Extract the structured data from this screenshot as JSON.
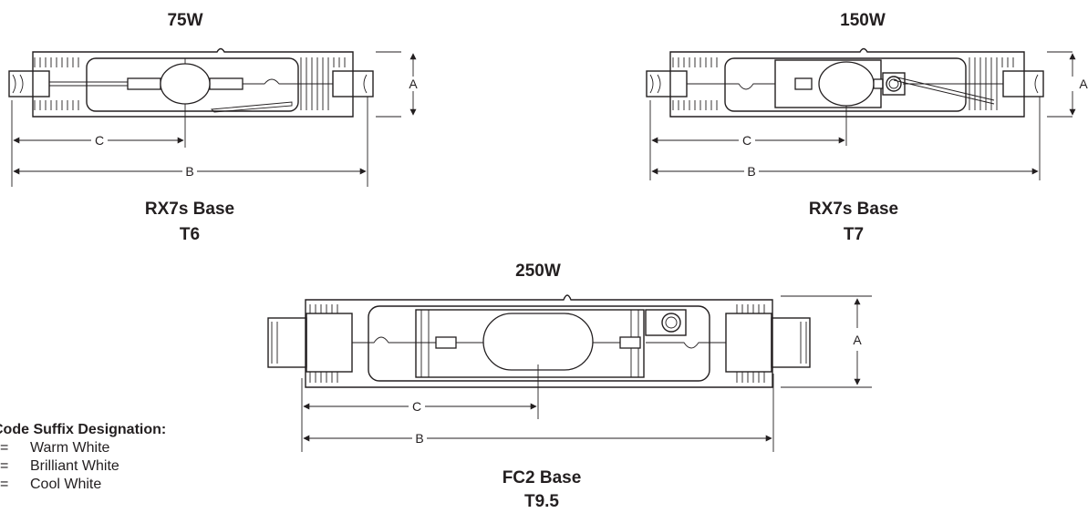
{
  "lamps": [
    {
      "id": "75w",
      "wattage": "75W",
      "base": "RX7s Base",
      "bulb": "T6"
    },
    {
      "id": "150w",
      "wattage": "150W",
      "base": "RX7s Base",
      "bulb": "T7"
    },
    {
      "id": "250w",
      "wattage": "250W",
      "base": "FC2 Base",
      "bulb": "T9.5"
    }
  ],
  "dimension_labels": {
    "a": "A",
    "b": "B",
    "c": "C"
  },
  "legend": {
    "title": "Code Suffix Designation:",
    "items": [
      {
        "symbol": "=",
        "label": "Warm White"
      },
      {
        "symbol": "=",
        "label": "Brilliant White"
      },
      {
        "symbol": "=",
        "label": "Cool White"
      }
    ]
  }
}
